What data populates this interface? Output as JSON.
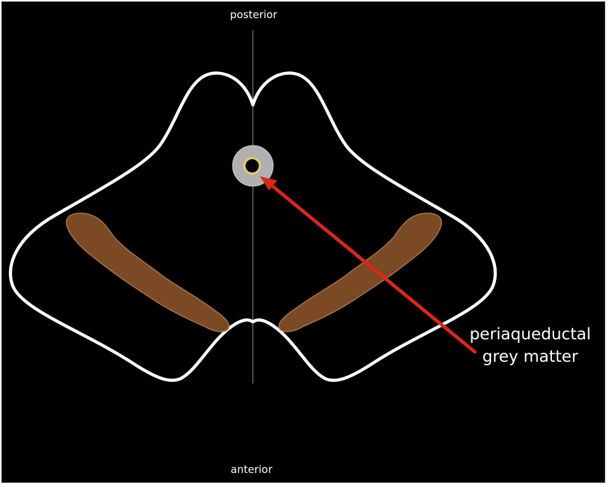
{
  "labels": {
    "top_orientation": "posterior",
    "bottom_orientation": "anterior",
    "annotation_line1": "periaqueductal",
    "annotation_line2": "grey matter"
  },
  "colors": {
    "background": "#000000",
    "outline": "#ffffff",
    "midline": "#9a9a9a",
    "substantia_nigra": "#7b4a25",
    "substantia_nigra_edge": "#a8764c",
    "grey_matter": "#b0b0b0",
    "aqueduct_ring": "#e8cf6a",
    "arrow": "#d9271c"
  }
}
